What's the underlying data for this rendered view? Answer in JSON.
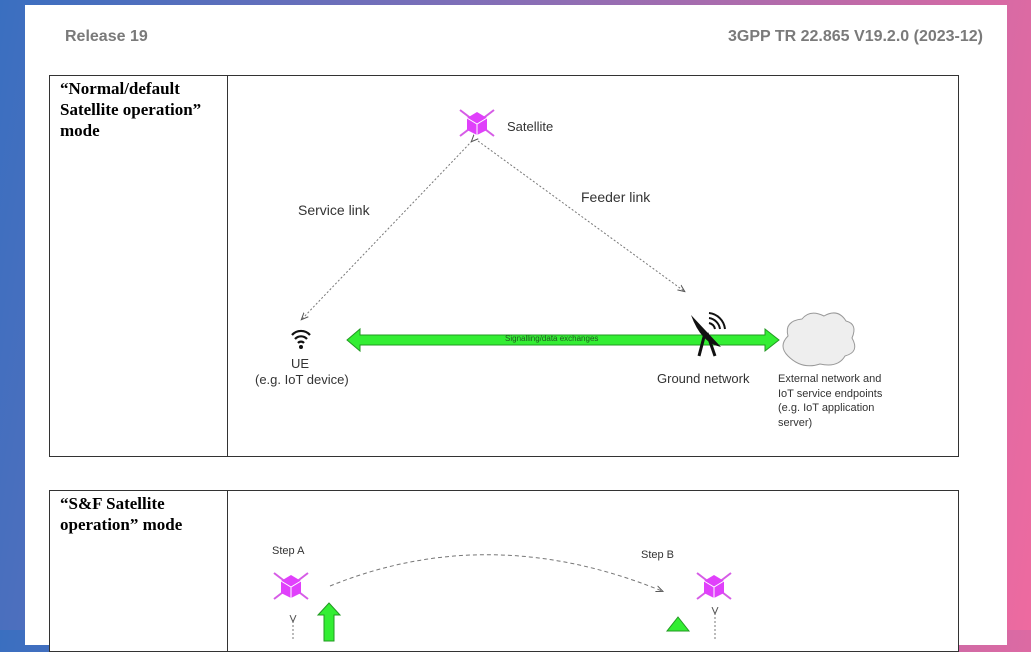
{
  "header": {
    "release": "Release 19",
    "doc_id": "3GPP TR 22.865 V19.2.0 (2023-12)"
  },
  "table1": {
    "mode": "“Normal/default Satellite operation” mode",
    "diagram": {
      "satellite": "Satellite",
      "service_link": "Service link",
      "feeder_link": "Feeder link",
      "ue": "UE",
      "ue_sub": "(e.g. IoT device)",
      "exchange": "Signalling/data exchanges",
      "ground": "Ground network",
      "external": "External network and IoT service endpoints (e.g. IoT application server)"
    }
  },
  "table2": {
    "mode": "“S&F Satellite operation” mode",
    "diagram": {
      "step_a": "Step A",
      "step_b": "Step B"
    }
  },
  "colors": {
    "satellite": "#e040fb",
    "arrow": "#33ee33"
  }
}
